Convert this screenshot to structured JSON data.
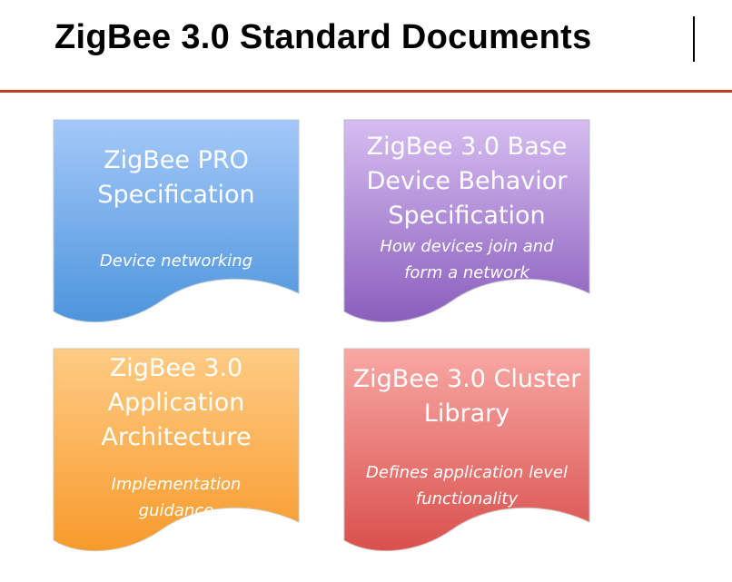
{
  "title": "ZigBee 3.0 Standard Documents",
  "colors": {
    "rule": "#c0392b",
    "pro": [
      "#a4c8f8",
      "#4d95dd"
    ],
    "bdb": [
      "#d6bdf0",
      "#8a5ebd"
    ],
    "aa": [
      "#ffcb85",
      "#f79a2b"
    ],
    "zcl": [
      "#f8a8a4",
      "#d9504d"
    ]
  },
  "documents": [
    {
      "id": "pro",
      "title_lines": [
        "ZigBee PRO",
        "Specification"
      ],
      "subtitle_lines": [
        "Device networking"
      ]
    },
    {
      "id": "bdb",
      "title_lines": [
        "ZigBee 3.0 Base",
        "Device Behavior",
        "Specification"
      ],
      "subtitle_lines": [
        "How devices join and",
        "form a network"
      ]
    },
    {
      "id": "aa",
      "title_lines": [
        "ZigBee 3.0",
        "Application",
        "Architecture"
      ],
      "subtitle_lines": [
        "Implementation",
        "guidance"
      ]
    },
    {
      "id": "zcl",
      "title_lines": [
        "ZigBee 3.0 Cluster",
        "Library"
      ],
      "subtitle_lines": [
        "Defines application level",
        "functionality"
      ]
    }
  ]
}
